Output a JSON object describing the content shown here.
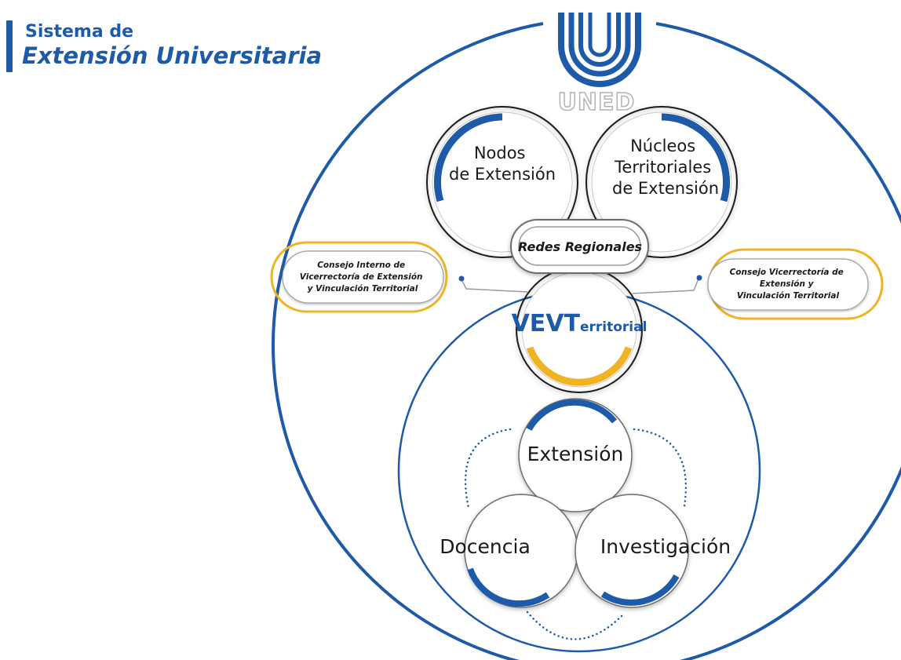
{
  "header": {
    "line1": "Sistema de",
    "line2": "Extensión Universitaria"
  },
  "logo": {
    "wordmark": "UNED",
    "icon": "uned-logo-icon"
  },
  "nodes": {
    "nodos": {
      "line1": "Nodos",
      "line2": "de Extensión"
    },
    "nucleos": {
      "line1": "Núcleos",
      "line2": "Territoriales",
      "line3": "de Extensión"
    },
    "redes": "Redes Regionales",
    "vevt": {
      "part1": "VEVT",
      "part2": "erritorial"
    },
    "extension": "Extensión",
    "docencia": "Docencia",
    "investigacion": "Investigación"
  },
  "councils": {
    "left": {
      "line1": "Consejo Interno de",
      "line2": "Vicerrectoría de Extensión",
      "line3": "y Vinculación Territorial"
    },
    "right": {
      "line1": "Consejo Vicerrectoría de",
      "line2": "Extensión y",
      "line3": "Vinculación Territorial"
    }
  },
  "colors": {
    "blue": "#1d5aa8",
    "gold": "#f0b323",
    "gray": "#9a9a9a",
    "dark": "#1a1a1a"
  }
}
